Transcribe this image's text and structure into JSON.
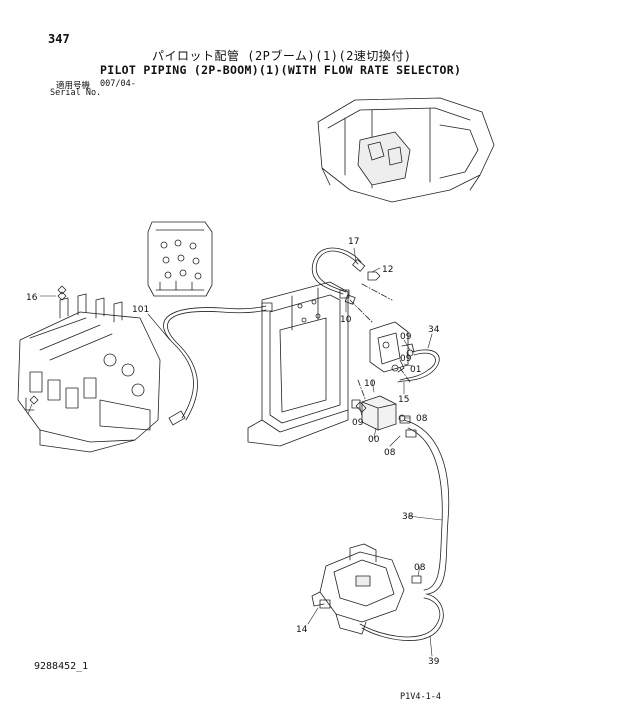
{
  "header": {
    "page_number": "347",
    "title_jp": "パイロット配管 (2Pブーム)(1)(2速切換付)",
    "title_en": "PILOT PIPING (2P-BOOM)(1)(WITH FLOW RATE SELECTOR)",
    "serial_label_jp": "適用号機",
    "serial_label_en": "Serial No.",
    "serial_value": "007/04-"
  },
  "footer": {
    "drawing_code": "9288452_1",
    "sheet_code": "P1V4-1-4"
  },
  "callouts": [
    "17",
    "12",
    "16",
    "101",
    "10",
    "09",
    "34",
    "01",
    "09",
    "10",
    "15",
    "09",
    "08",
    "00",
    "08",
    "38",
    "08",
    "14",
    "39"
  ]
}
